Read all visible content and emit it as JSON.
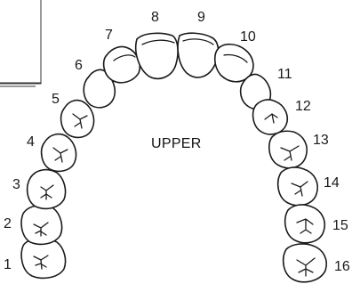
{
  "diagram": {
    "arch_label": "UPPER",
    "colors": {
      "line": "#1a1a1a",
      "background": "#ffffff"
    },
    "teeth": [
      {
        "number": "1"
      },
      {
        "number": "2"
      },
      {
        "number": "3"
      },
      {
        "number": "4"
      },
      {
        "number": "5"
      },
      {
        "number": "6"
      },
      {
        "number": "7"
      },
      {
        "number": "8"
      },
      {
        "number": "9"
      },
      {
        "number": "10"
      },
      {
        "number": "11"
      },
      {
        "number": "12"
      },
      {
        "number": "13"
      },
      {
        "number": "14"
      },
      {
        "number": "15"
      },
      {
        "number": "16"
      }
    ]
  }
}
